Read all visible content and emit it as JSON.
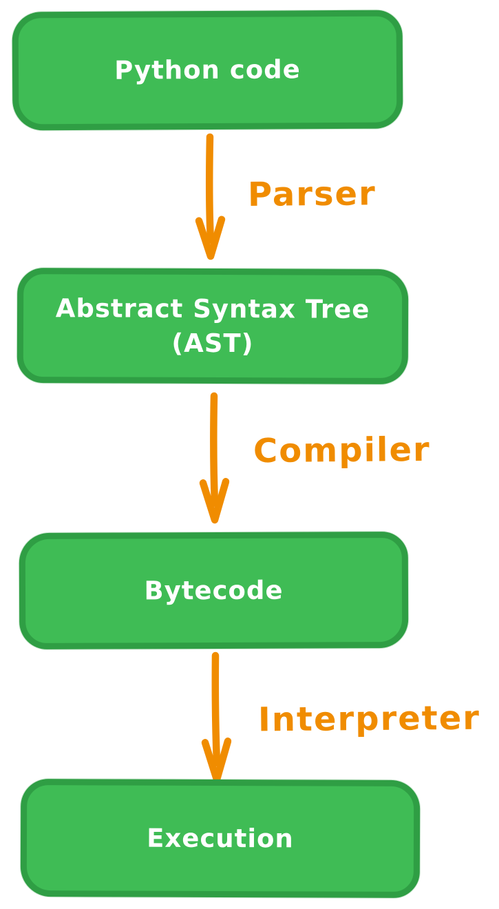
{
  "diagram": {
    "nodes": [
      {
        "label": "Python code"
      },
      {
        "label": "Abstract Syntax Tree",
        "label_line2": "(AST)"
      },
      {
        "label": "Bytecode"
      },
      {
        "label": "Execution"
      }
    ],
    "edges": [
      {
        "label": "Parser"
      },
      {
        "label": "Compiler"
      },
      {
        "label": "Interpreter"
      }
    ],
    "colors": {
      "background": "#ffffff",
      "node_fill": "#3fbc55",
      "node_border": "#2f9e44",
      "node_text": "#ffffff",
      "arrow": "#f08c00",
      "edge_label": "#f08c00"
    }
  }
}
